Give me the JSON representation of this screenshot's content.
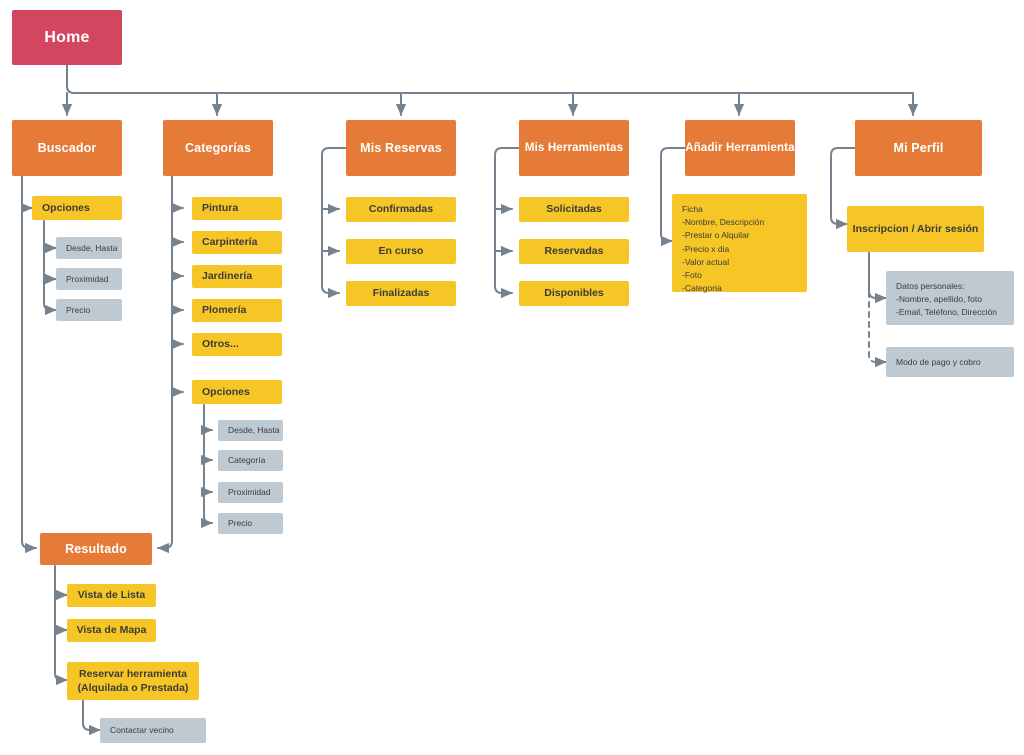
{
  "diagram": {
    "title": "Home",
    "palette": {
      "root": "#D2475F",
      "section": "#E57B36",
      "item": "#F6C626",
      "detail": "#BFC9D2",
      "wire": "#76828E",
      "background": "#FFFFFF"
    }
  },
  "root": {
    "label": "Home"
  },
  "sections": [
    {
      "label": "Buscador"
    },
    {
      "label": "Categorías"
    },
    {
      "label": "Mis Reservas"
    },
    {
      "label": "Mis Herramientas"
    },
    {
      "label": "Añadir Herramienta"
    },
    {
      "label": "Mi Perfil"
    },
    {
      "label": "Resultado"
    }
  ],
  "buscador": {
    "options_label": "Opciones",
    "options_items": [
      {
        "label": "Desde, Hasta"
      },
      {
        "label": "Proximidad"
      },
      {
        "label": "Precio"
      }
    ]
  },
  "categorias": {
    "items": [
      {
        "label": "Pintura"
      },
      {
        "label": "Carpintería"
      },
      {
        "label": "Jardinería"
      },
      {
        "label": "Plomería"
      },
      {
        "label": "Otros..."
      }
    ],
    "options_label": "Opciones",
    "options_items": [
      {
        "label": "Desde, Hasta"
      },
      {
        "label": "Categoría"
      },
      {
        "label": "Proximidad"
      },
      {
        "label": "Precio"
      }
    ]
  },
  "mis_reservas": {
    "items": [
      {
        "label": "Confirmadas"
      },
      {
        "label": "En curso"
      },
      {
        "label": "Finalizadas"
      }
    ]
  },
  "mis_herramientas": {
    "items": [
      {
        "label": "Solicitadas"
      },
      {
        "label": "Reservadas"
      },
      {
        "label": "Disponibles"
      }
    ]
  },
  "anadir_herramienta": {
    "ficha": "Ficha\n-Nombre, Descripción\n-Prestar o Alquilar\n-Precio x dia\n-Valor actual\n-Foto\n-Categoria"
  },
  "mi_perfil": {
    "signup_label": "Inscripcion / Abrir sesión",
    "datos_personales": "Datos personales:\n-Nombre, apellido, foto\n-Email, Teléfono, Dirección",
    "pago_label": "Modo de pago y cobro"
  },
  "resultado": {
    "items": [
      {
        "label": "Vista de Lista"
      },
      {
        "label": "Vista de Mapa"
      }
    ],
    "reservar_label": "Reservar herramienta\n(Alquilada o Prestada)",
    "contactar_label": "Contactar vecino"
  }
}
